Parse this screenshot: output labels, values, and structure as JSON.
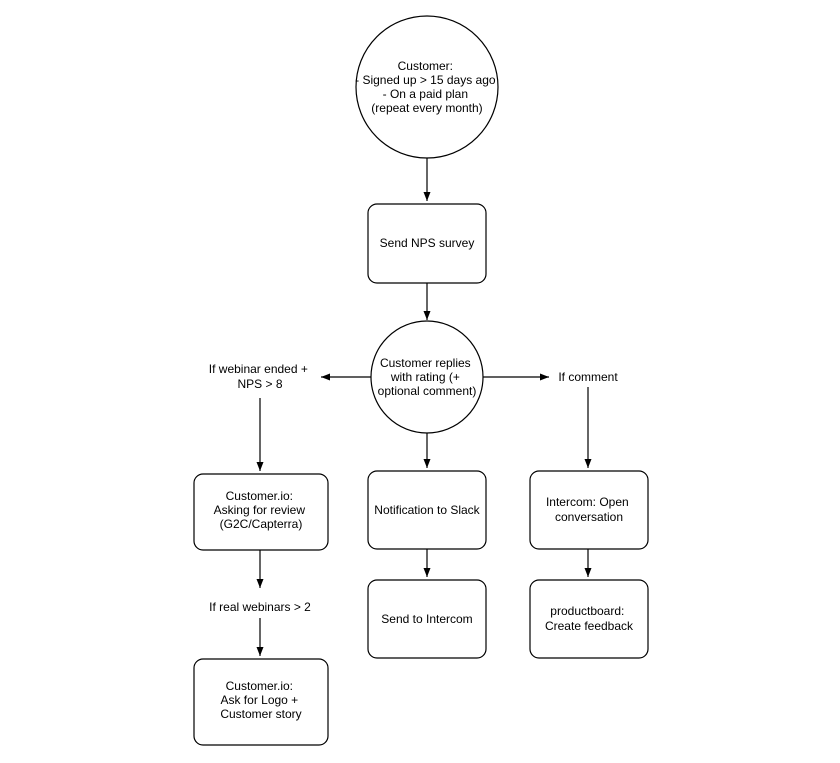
{
  "diagram": {
    "nodes": {
      "customer_trigger": {
        "shape": "circle",
        "lines": [
          "Customer:",
          "- Signed up > 15 days ago",
          "- On a paid plan",
          "(repeat every month)"
        ]
      },
      "send_nps_survey": {
        "shape": "rounded-rect",
        "lines": [
          "Send NPS survey"
        ]
      },
      "customer_replies": {
        "shape": "circle",
        "lines": [
          "Customer replies",
          "with rating (+",
          "optional comment)"
        ]
      },
      "webinar_condition": {
        "shape": "text",
        "lines": [
          "If webinar ended +",
          "NPS > 8"
        ]
      },
      "comment_condition": {
        "shape": "text",
        "lines": [
          "If comment"
        ]
      },
      "customerio_review": {
        "shape": "rounded-rect",
        "lines": [
          "Customer.io:",
          "Asking for review",
          "(G2C/Capterra)"
        ]
      },
      "notification_slack": {
        "shape": "rounded-rect",
        "lines": [
          "Notification to Slack"
        ]
      },
      "intercom_open": {
        "shape": "rounded-rect",
        "lines": [
          "Intercom: Open",
          "conversation"
        ]
      },
      "real_webinars_condition": {
        "shape": "text",
        "lines": [
          "If real webinars > 2"
        ]
      },
      "send_to_intercom": {
        "shape": "rounded-rect",
        "lines": [
          "Send to Intercom"
        ]
      },
      "productboard_feedback": {
        "shape": "rounded-rect",
        "lines": [
          "productboard:",
          "Create feedback"
        ]
      },
      "customerio_logo": {
        "shape": "rounded-rect",
        "lines": [
          "Customer.io:",
          "Ask for Logo +",
          "Customer story"
        ]
      }
    },
    "edges": [
      {
        "from": "customer_trigger",
        "to": "send_nps_survey"
      },
      {
        "from": "send_nps_survey",
        "to": "customer_replies"
      },
      {
        "from": "customer_replies",
        "to": "webinar_condition"
      },
      {
        "from": "customer_replies",
        "to": "comment_condition"
      },
      {
        "from": "customer_replies",
        "to": "notification_slack"
      },
      {
        "from": "webinar_condition",
        "to": "customerio_review"
      },
      {
        "from": "comment_condition",
        "to": "intercom_open"
      },
      {
        "from": "notification_slack",
        "to": "send_to_intercom"
      },
      {
        "from": "intercom_open",
        "to": "productboard_feedback"
      },
      {
        "from": "customerio_review",
        "to": "real_webinars_condition"
      },
      {
        "from": "real_webinars_condition",
        "to": "customerio_logo"
      }
    ],
    "colors": {
      "stroke": "#000000",
      "fill": "#ffffff",
      "text": "#000000"
    }
  }
}
